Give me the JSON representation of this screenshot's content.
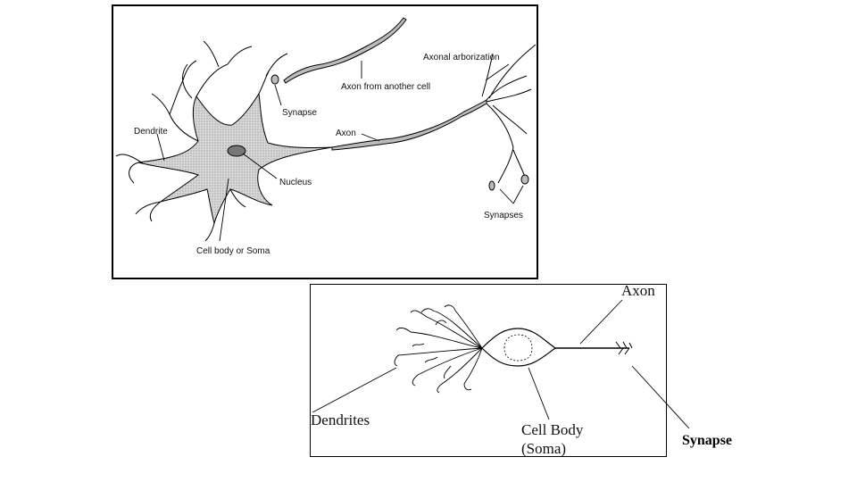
{
  "top_diagram": {
    "labels": {
      "axonal_arborization": "Axonal arborization",
      "axon_from_another_cell": "Axon from another cell",
      "synapse": "Synapse",
      "dendrite": "Dendrite",
      "axon": "Axon",
      "nucleus": "Nucleus",
      "synapses": "Synapses",
      "cell_body": "Cell body or Soma"
    }
  },
  "bottom_diagram": {
    "labels": {
      "axon": "Axon",
      "dendrites": "Dendrites",
      "cell_body_line1": "Cell Body",
      "cell_body_line2": "(Soma)"
    }
  },
  "outside_label": {
    "synapse": "Synapse"
  }
}
